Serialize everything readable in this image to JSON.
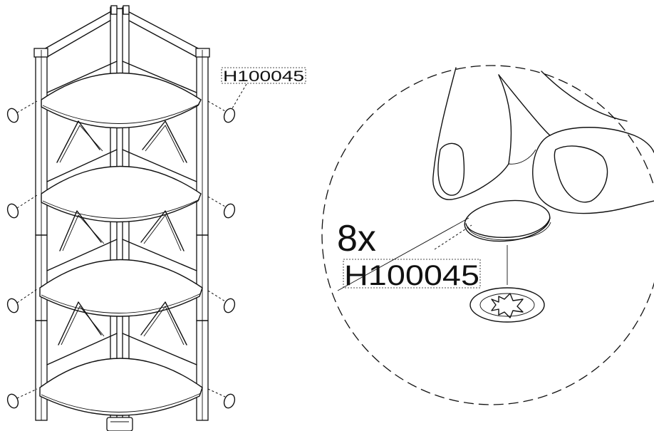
{
  "callout_part_code": "H100045",
  "detail_quantity": "8x",
  "detail_part_code": "H100045"
}
